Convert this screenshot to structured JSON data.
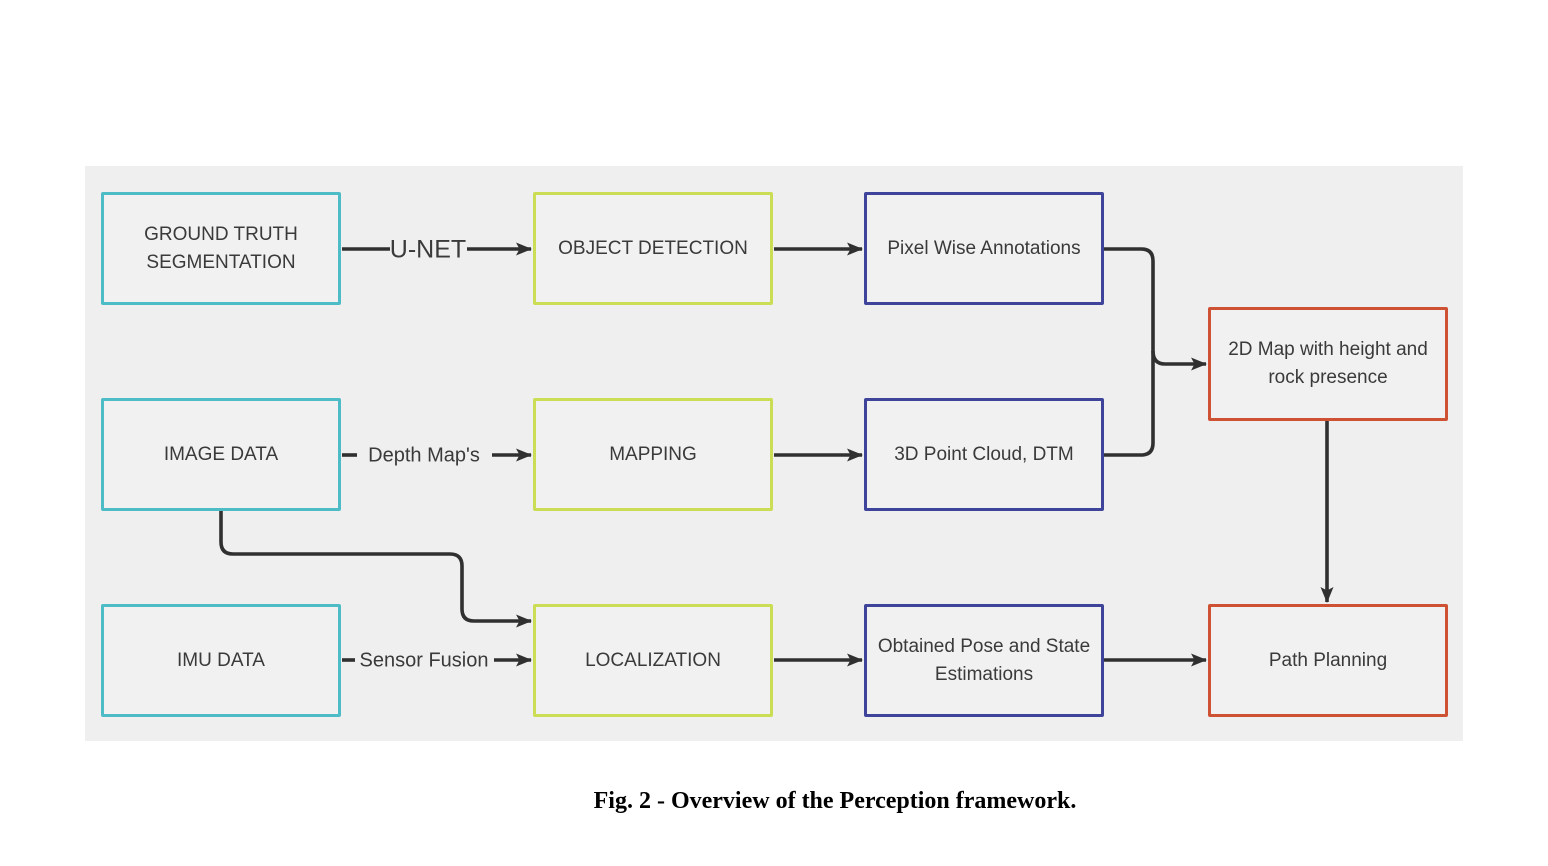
{
  "figure": {
    "caption": "Fig. 2 - Overview of the Perception framework."
  },
  "diagram": {
    "panel_background": "#efefef",
    "line_color": "#303030",
    "text_color": "#3a3a3a",
    "node_border_colors": {
      "data_source": "#4dbcc6",
      "process": "#cbdd55",
      "intermediate_output": "#3e4499",
      "final_output": "#cf5133"
    },
    "nodes": {
      "ground_truth_segmentation": {
        "label": "GROUND TRUTH SEGMENTATION",
        "border_color": "#4dbcc6"
      },
      "object_detection": {
        "label": "OBJECT DETECTION",
        "border_color": "#cbdd55"
      },
      "pixel_wise_annotations": {
        "label": "Pixel Wise Annotations",
        "border_color": "#3e4499"
      },
      "image_data": {
        "label": "IMAGE DATA",
        "border_color": "#4dbcc6"
      },
      "mapping": {
        "label": "MAPPING",
        "border_color": "#cbdd55"
      },
      "point_cloud_dtm": {
        "label": "3D Point Cloud, DTM",
        "border_color": "#3e4499"
      },
      "imu_data": {
        "label": "IMU DATA",
        "border_color": "#4dbcc6"
      },
      "localization": {
        "label": "LOCALIZATION",
        "border_color": "#cbdd55"
      },
      "obtained_pose": {
        "label": "Obtained Pose and State Estimations",
        "border_color": "#3e4499"
      },
      "map_2d": {
        "label": "2D Map with height and rock presence",
        "border_color": "#cf5133"
      },
      "path_planning": {
        "label": "Path Planning",
        "border_color": "#cf5133"
      }
    },
    "edge_labels": {
      "u_net": "U-NET",
      "depth_maps": "Depth Map's",
      "sensor_fusion": "Sensor Fusion"
    },
    "edges": [
      {
        "from": "ground_truth_segmentation",
        "to": "object_detection",
        "label": "U-NET"
      },
      {
        "from": "object_detection",
        "to": "pixel_wise_annotations",
        "label": ""
      },
      {
        "from": "pixel_wise_annotations",
        "to": "map_2d",
        "label": ""
      },
      {
        "from": "image_data",
        "to": "mapping",
        "label": "Depth Map's"
      },
      {
        "from": "mapping",
        "to": "point_cloud_dtm",
        "label": ""
      },
      {
        "from": "point_cloud_dtm",
        "to": "map_2d",
        "label": ""
      },
      {
        "from": "image_data",
        "to": "localization",
        "label": ""
      },
      {
        "from": "imu_data",
        "to": "localization",
        "label": "Sensor Fusion"
      },
      {
        "from": "localization",
        "to": "obtained_pose",
        "label": ""
      },
      {
        "from": "obtained_pose",
        "to": "path_planning",
        "label": ""
      },
      {
        "from": "map_2d",
        "to": "path_planning",
        "label": ""
      }
    ]
  }
}
